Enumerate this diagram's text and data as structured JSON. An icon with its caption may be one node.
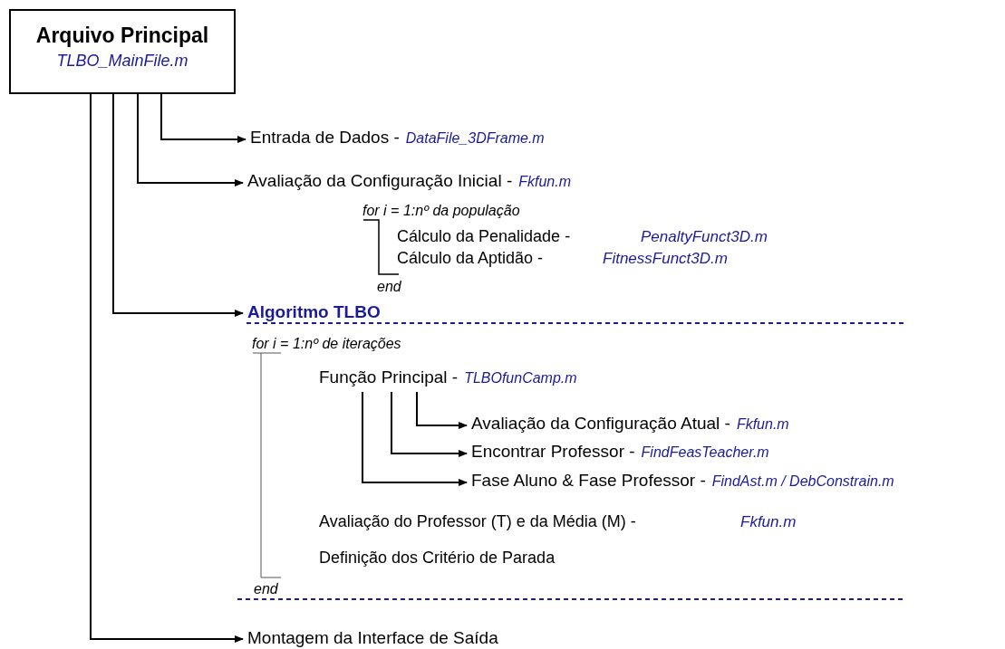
{
  "diagram": {
    "nodes": [
      {
        "text": [
          "Arquivo Principal",
          "TLBO_MainFile.m"
        ]
      },
      {
        "text": [
          "Entrada de Dados -",
          "DataFile_3DFrame.m"
        ]
      },
      {
        "text": [
          "Avaliação da Configuração Inicial -",
          "Fkfun.m"
        ]
      },
      {
        "text": [
          "Algoritmo TLBO"
        ]
      },
      {
        "text": [
          "Montagem da Interface de Saída"
        ]
      },
      {
        "text": [
          "Função Principal -",
          "TLBOfunCamp.m"
        ]
      },
      {
        "text": [
          "Avaliação da Configuração Atual -",
          "Fkfun.m"
        ]
      },
      {
        "text": [
          "Encontrar Professor -",
          "FindFeasTeacher.m"
        ]
      },
      {
        "text": [
          "Fase Aluno & Fase Professor -",
          "FindAst.m / DebConstrain.m"
        ]
      }
    ],
    "edges": [
      {
        "from": 0,
        "to": 1,
        "arrow": "to"
      },
      {
        "from": 0,
        "to": 2,
        "arrow": "to"
      },
      {
        "from": 0,
        "to": 3,
        "arrow": "to"
      },
      {
        "from": 0,
        "to": 4,
        "arrow": "to"
      },
      {
        "from": 5,
        "to": 6,
        "arrow": "to"
      },
      {
        "from": 5,
        "to": 7,
        "arrow": "to"
      },
      {
        "from": 5,
        "to": 8,
        "arrow": "to"
      }
    ],
    "labels": [
      "for i = 1:nº da população",
      "Cálculo da Penalidade -",
      "PenaltyFunct3D.m",
      "Cálculo da Aptidão -",
      "FitnessFunct3D.m",
      "end",
      "for i = 1:nº de iterações",
      "Avaliação do Professor (T) e da Média (M) -",
      "Fkfun.m",
      "Definição dos Critério de Parada",
      "end"
    ]
  }
}
